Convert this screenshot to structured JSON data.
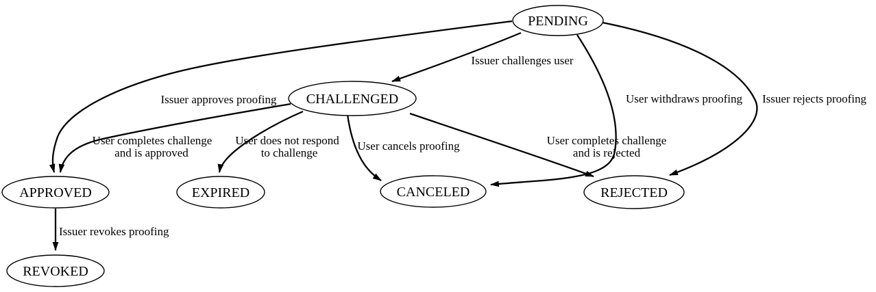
{
  "diagram": {
    "background_color": "#ffffff",
    "node_fill_color": "#ffffff",
    "line_color": "#000000",
    "nodes": [
      {
        "id": "pending",
        "label": "PENDING"
      },
      {
        "id": "challenged",
        "label": "CHALLENGED"
      },
      {
        "id": "approved",
        "label": "APPROVED"
      },
      {
        "id": "expired",
        "label": "EXPIRED"
      },
      {
        "id": "canceled",
        "label": "CANCELED"
      },
      {
        "id": "rejected",
        "label": "REJECTED"
      },
      {
        "id": "revoked",
        "label": "REVOKED"
      }
    ],
    "edges": [
      {
        "from": "PENDING",
        "to": "CHALLENGED",
        "label": "Issuer challenges user"
      },
      {
        "from": "PENDING",
        "to": "APPROVED",
        "label": "Issuer approves proofing"
      },
      {
        "from": "CHALLENGED",
        "to": "APPROVED",
        "label": "User completes challenge and is approved",
        "line1": "User completes challenge",
        "line2": "and is approved"
      },
      {
        "from": "CHALLENGED",
        "to": "EXPIRED",
        "label": "User does not respond to challenge",
        "line1": "User does not respond",
        "line2": "to challenge"
      },
      {
        "from": "CHALLENGED",
        "to": "CANCELED",
        "label": "User cancels proofing"
      },
      {
        "from": "CHALLENGED",
        "to": "REJECTED",
        "label": "User completes challenge and is rejected",
        "line1": "User completes challenge",
        "line2": "and is rejected"
      },
      {
        "from": "PENDING",
        "to": "CANCELED",
        "label": "User withdraws proofing"
      },
      {
        "from": "PENDING",
        "to": "REJECTED",
        "label": "Issuer rejects proofing"
      },
      {
        "from": "APPROVED",
        "to": "REVOKED",
        "label": "Issuer revokes proofing"
      }
    ]
  }
}
